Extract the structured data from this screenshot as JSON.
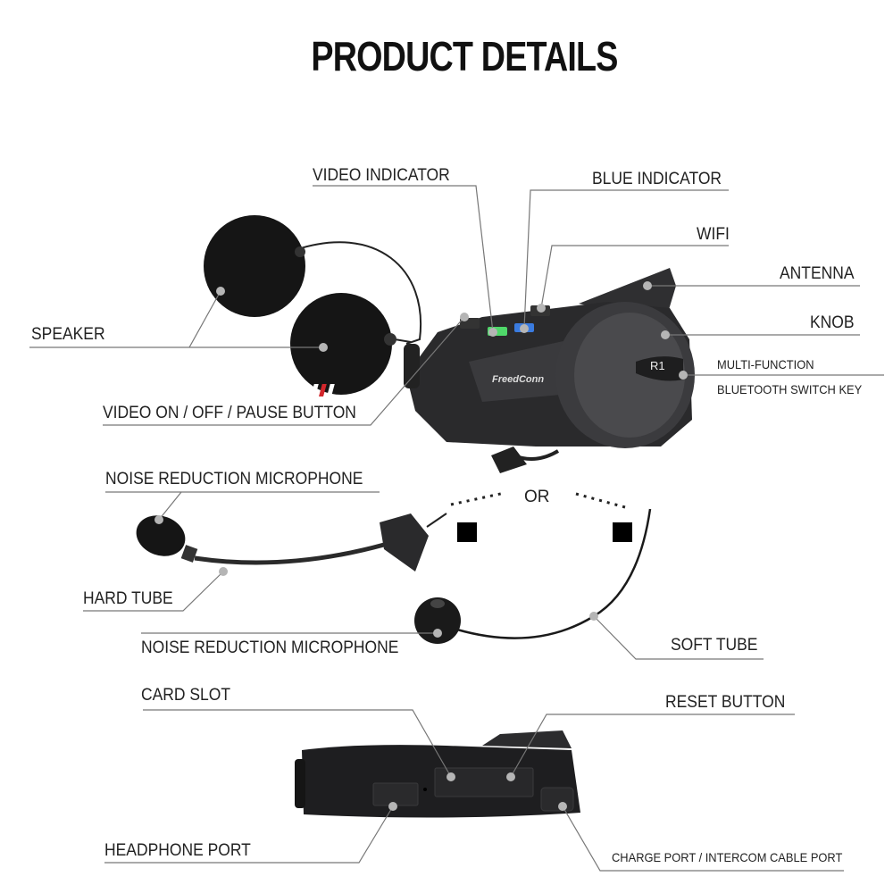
{
  "title": "PRODUCT DETAILS",
  "brand": "FreedConn",
  "model": "R1",
  "labels": {
    "video_indicator": "VIDEO INDICATOR",
    "blue_indicator": "BLUE INDICATOR",
    "wifi": "WIFI",
    "antenna": "ANTENNA",
    "knob": "KNOB",
    "multi_function_1": "MULTI-FUNCTION",
    "multi_function_2": "BLUETOOTH SWITCH KEY",
    "speaker": "SPEAKER",
    "video_button": "VIDEO ON / OFF / PAUSE BUTTON",
    "noise_mic_top": "NOISE REDUCTION MICROPHONE",
    "or": "OR",
    "hard_tube": "HARD TUBE",
    "noise_mic_bottom": "NOISE REDUCTION MICROPHONE",
    "soft_tube": "SOFT TUBE",
    "card_slot": "CARD SLOT",
    "reset_button": "RESET BUTTON",
    "headphone_port": "HEADPHONE PORT",
    "charge_port": "CHARGE PORT / INTERCOM CABLE PORT"
  },
  "colors": {
    "video_led": "#4fd86a",
    "bluetooth_led": "#3a7be0",
    "device": "#2a2a2c",
    "stripe_red": "#d3262b",
    "leader_line": "#777777",
    "dot": "#b5b5b5"
  }
}
